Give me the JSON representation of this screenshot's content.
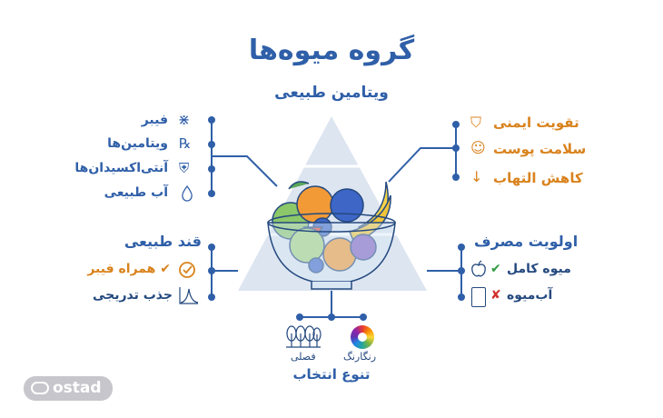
{
  "title": "گروه میوه‌ها",
  "subtitle": "ویتامین طبیعی",
  "colors": {
    "primary": "#2f5fa8",
    "accent": "#d9821c",
    "pyramid": "#dde5f1",
    "check": "#2e9b3e",
    "cross": "#d2312b"
  },
  "left_top": {
    "items": [
      {
        "label": "فیبر",
        "icon": "fiber-icon"
      },
      {
        "label": "ویتامین‌ها",
        "icon": "vitamin-pills-icon"
      },
      {
        "label": "آنتی‌اکسیدان‌ها",
        "icon": "antioxidant-shield-icon"
      },
      {
        "label": "آب طبیعی",
        "icon": "water-drop-icon"
      }
    ]
  },
  "right_top": {
    "items": [
      {
        "label": "تقویت ایمنی",
        "icon": "shield-check-icon"
      },
      {
        "label": "سلامت پوست",
        "icon": "face-skin-icon"
      },
      {
        "label": "کاهش التهاب",
        "icon": "joint-arrow-down-icon"
      }
    ]
  },
  "left_bottom": {
    "heading": "قند طبیعی",
    "items": [
      {
        "label": "همراه فیبر",
        "icon": "check-circle-icon",
        "mark": "✔"
      },
      {
        "label": "جذب تدریجی",
        "icon": "curve-graph-icon"
      }
    ]
  },
  "right_bottom": {
    "heading": "اولویت مصرف",
    "items": [
      {
        "label": "میوه کامل",
        "icon": "apple-icon",
        "mark": "✔"
      },
      {
        "label": "آب‌میوه",
        "icon": "juice-box-icon",
        "mark": "✘"
      }
    ]
  },
  "bottom": {
    "heading": "تنوع انتخاب",
    "items": [
      {
        "label": "رنگارنگ",
        "icon": "color-wheel-icon"
      },
      {
        "label": "فصلی",
        "icon": "trees-icon"
      }
    ]
  },
  "logo": "ostad"
}
